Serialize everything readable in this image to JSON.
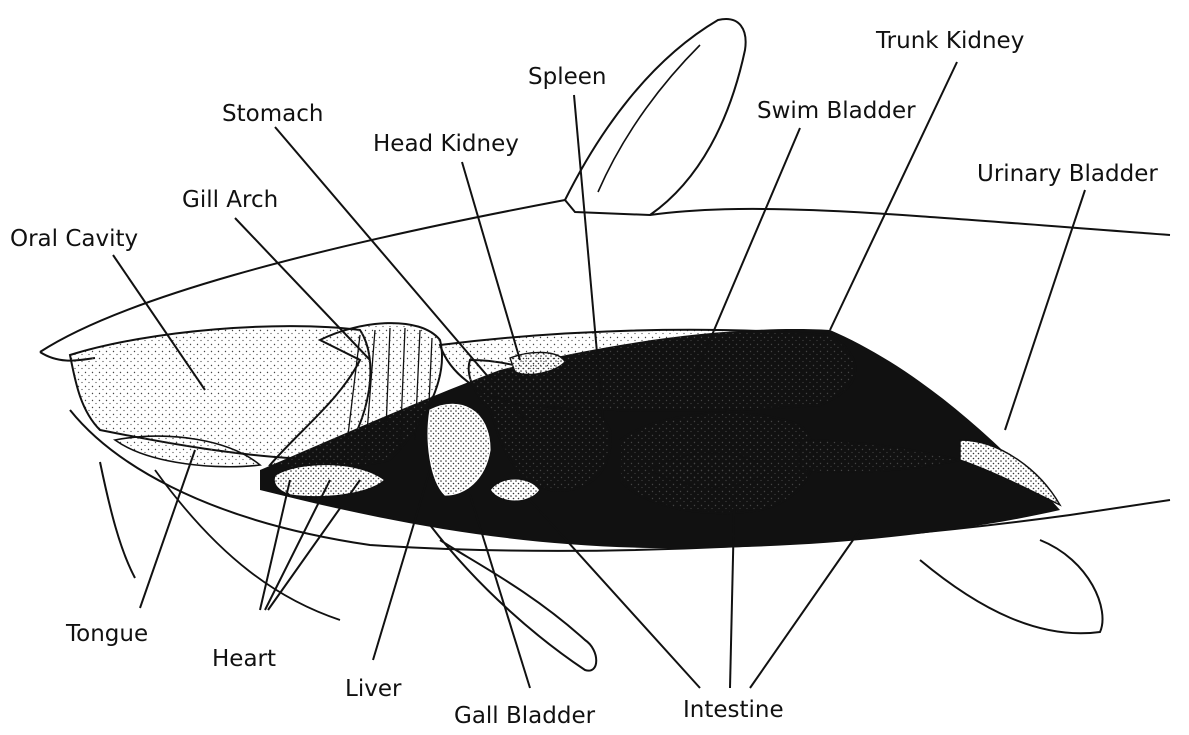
{
  "labels": {
    "trunk_kidney": "Trunk Kidney",
    "spleen": "Spleen",
    "swim_bladder": "Swim Bladder",
    "stomach": "Stomach",
    "head_kidney": "Head Kidney",
    "urinary_bladder": "Urinary Bladder",
    "gill_arch": "Gill Arch",
    "oral_cavity": "Oral Cavity",
    "tongue": "Tongue",
    "heart": "Heart",
    "liver": "Liver",
    "gall_bladder": "Gall Bladder",
    "intestine": "Intestine"
  },
  "colors": {
    "ink": "#111111",
    "paper": "#ffffff",
    "stipple": "#555555"
  }
}
